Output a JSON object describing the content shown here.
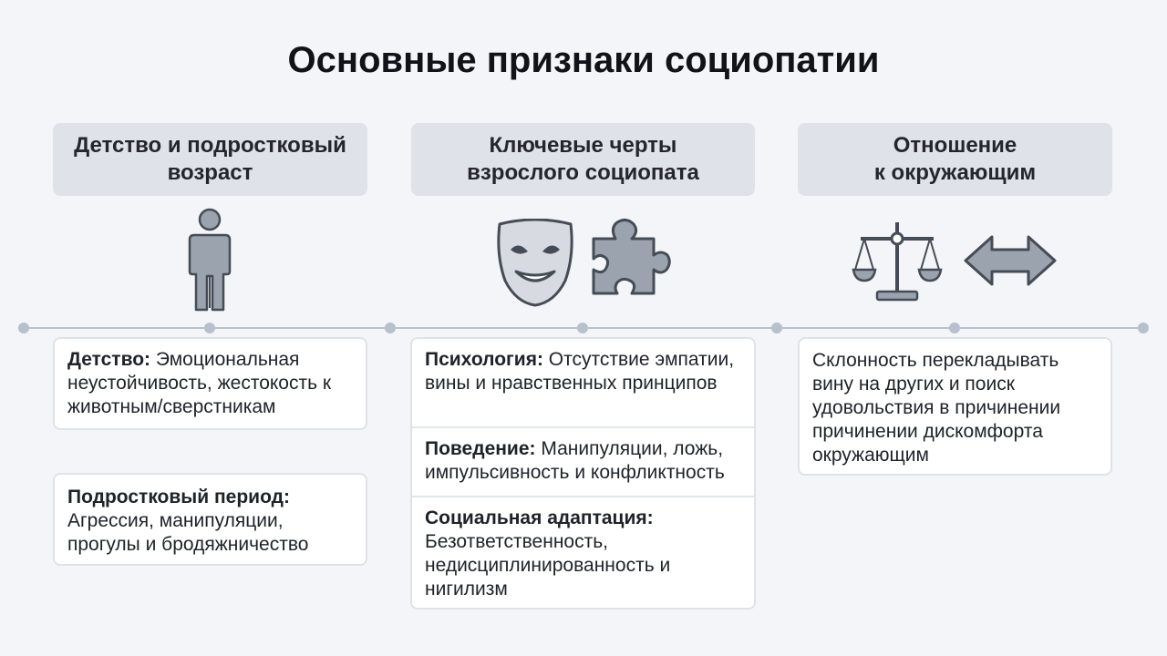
{
  "title": "Основные признаки социопатии",
  "columns": [
    {
      "header": "Детство и подростковый\nвозраст",
      "icon": "person-icon",
      "cards": [
        {
          "label": "Детство:",
          "text": " Эмоциональная неустойчивость, жестокость к животным/сверстникам"
        },
        {
          "label": "Подростковый период:",
          "text": " Агрессия, манипуляции, прогулы и бродяжничество"
        }
      ]
    },
    {
      "header": "Ключевые черты\nвзрослого социопата",
      "icons": [
        "mask-icon",
        "puzzle-piece-icon"
      ],
      "segments": [
        {
          "label": "Психология:",
          "text": " Отсутствие эмпатии, вины и нравственных принципов"
        },
        {
          "label": "Поведение:",
          "text": " Манипуляции, ложь, импульсивность и конфликтность"
        },
        {
          "label": "Социальная адаптация:",
          "text": " Безответственность, недисциплинированность и нигилизм"
        }
      ]
    },
    {
      "header": "Отношение\nк окружающим",
      "icons": [
        "scales-icon",
        "double-arrow-icon"
      ],
      "card_text": "Склонность перекладывать вину на других и поиск удовольствия в причинении причинении дискомфорта окружающим"
    }
  ],
  "colors": {
    "header_bg": "#dfe2e8",
    "icon_fill": "#9aa3ae",
    "icon_stroke": "#454c56",
    "timeline": "#b7c0cc"
  }
}
